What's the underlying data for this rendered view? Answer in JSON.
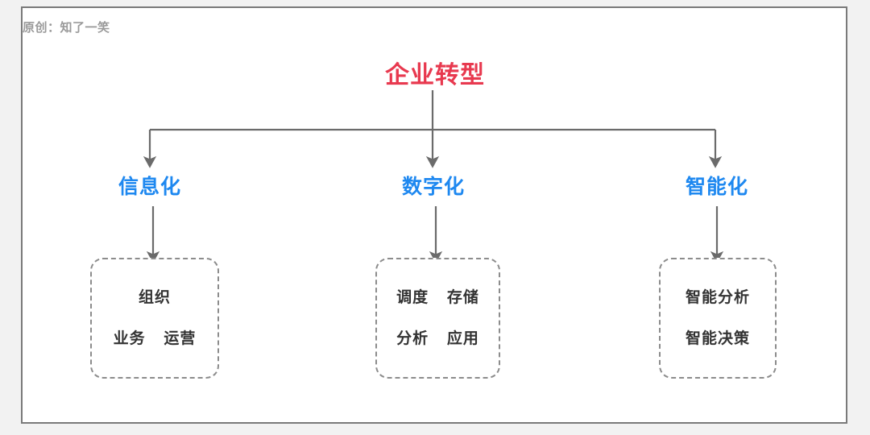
{
  "watermark": "原创：知了一笑",
  "title": "企业转型",
  "colors": {
    "title_red": "#e8394f",
    "branch_blue": "#1e88f0",
    "leaf_text": "#333333",
    "connector_gray": "#6b6b6b",
    "dashed_border": "#8c8c8c",
    "frame_border": "#7a7a7a",
    "page_background": "#f2f2f2",
    "frame_background": "#ffffff",
    "watermark_gray": "#9a9a9a"
  },
  "branches": [
    {
      "label": "信息化",
      "leaf_lines": [
        "组织",
        "业务   运营"
      ],
      "items": [
        "组织",
        "业务",
        "运营"
      ]
    },
    {
      "label": "数字化",
      "leaf_lines": [
        "调度   存储",
        "分析   应用"
      ],
      "items": [
        "调度",
        "存储",
        "分析",
        "应用"
      ]
    },
    {
      "label": "智能化",
      "leaf_lines": [
        "智能分析",
        "智能决策"
      ],
      "items": [
        "智能分析",
        "智能决策"
      ]
    }
  ],
  "diagram": {
    "type": "tree",
    "root": "企业转型",
    "levels": 3,
    "branch_count": 3,
    "connector_style": "orthogonal-arrow"
  }
}
